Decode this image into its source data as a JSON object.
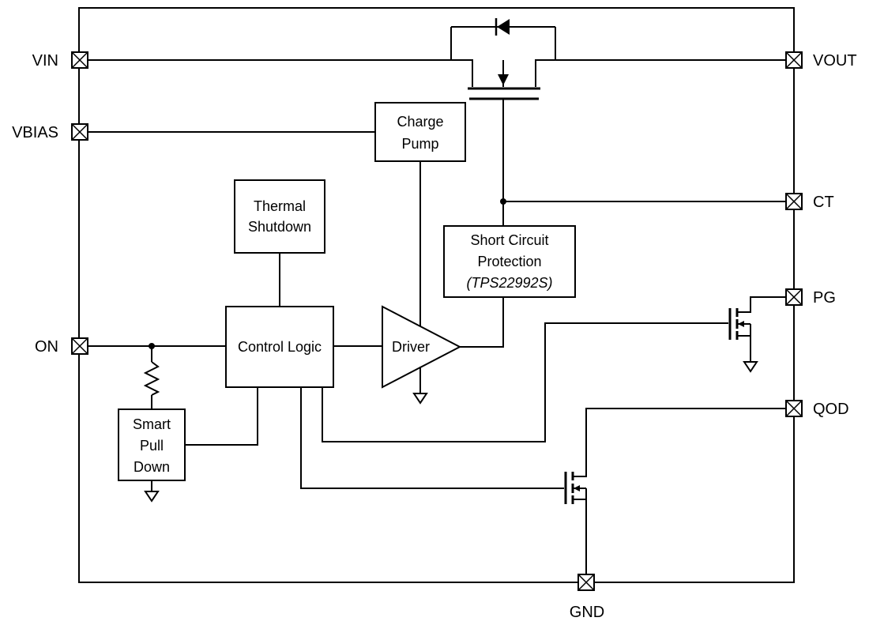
{
  "pins": {
    "vin": "VIN",
    "vbias": "VBIAS",
    "on": "ON",
    "vout": "VOUT",
    "ct": "CT",
    "pg": "PG",
    "qod": "QOD",
    "gnd": "GND"
  },
  "blocks": {
    "charge_pump": [
      "Charge",
      "Pump"
    ],
    "thermal_shutdown": [
      "Thermal",
      "Shutdown"
    ],
    "control_logic": "Control Logic",
    "driver": "Driver",
    "short_circuit": [
      "Short Circuit",
      "Protection",
      "(TPS22992S)"
    ],
    "smart_pull_down": [
      "Smart",
      "Pull",
      "Down"
    ]
  }
}
